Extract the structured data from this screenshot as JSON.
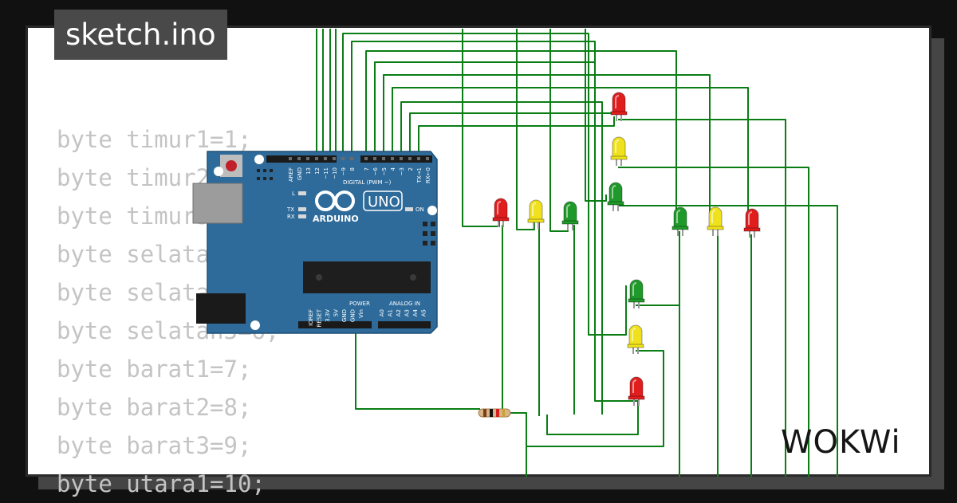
{
  "project": {
    "filename": "sketch.ino"
  },
  "code_lines": [
    "byte timur1=1;",
    "byte timur2=2;",
    "byte timur3=3;",
    "byte selatan1=4;",
    "byte selatan2=5;",
    "byte selatan3=6;",
    "byte barat1=7;",
    "byte barat2=8;",
    "byte barat3=9;",
    "byte utara1=10;"
  ],
  "board": {
    "brand": "ARDUINO",
    "model": "UNO",
    "digital_label": "DIGITAL (PWM ~)",
    "digital_pins": [
      "AREF",
      "GND",
      "13",
      "12",
      "~11",
      "~10",
      "~9",
      "8",
      "7",
      "~6",
      "~5",
      "4",
      "~3",
      "2",
      "TX→1",
      "RX←0"
    ],
    "power_label": "POWER",
    "power_pins": [
      "IOREF",
      "RESET",
      "3.3V",
      "5V",
      "GND",
      "GND",
      "Vin"
    ],
    "analog_label": "ANALOG IN",
    "analog_pins": [
      "A0",
      "A1",
      "A2",
      "A3",
      "A4",
      "A5"
    ],
    "indicators": {
      "l": "L",
      "tx": "TX",
      "rx": "RX",
      "on": "ON"
    }
  },
  "leds": [
    {
      "color": "red",
      "hex": "#e01e1e"
    },
    {
      "color": "yellow",
      "hex": "#efe21d"
    },
    {
      "color": "green",
      "hex": "#1f9a2a"
    }
  ],
  "colors": {
    "wire": "#0a7d14",
    "board": "#2e6b9a",
    "background": "#111111"
  },
  "brand": {
    "logo_text": "WOKWi"
  }
}
